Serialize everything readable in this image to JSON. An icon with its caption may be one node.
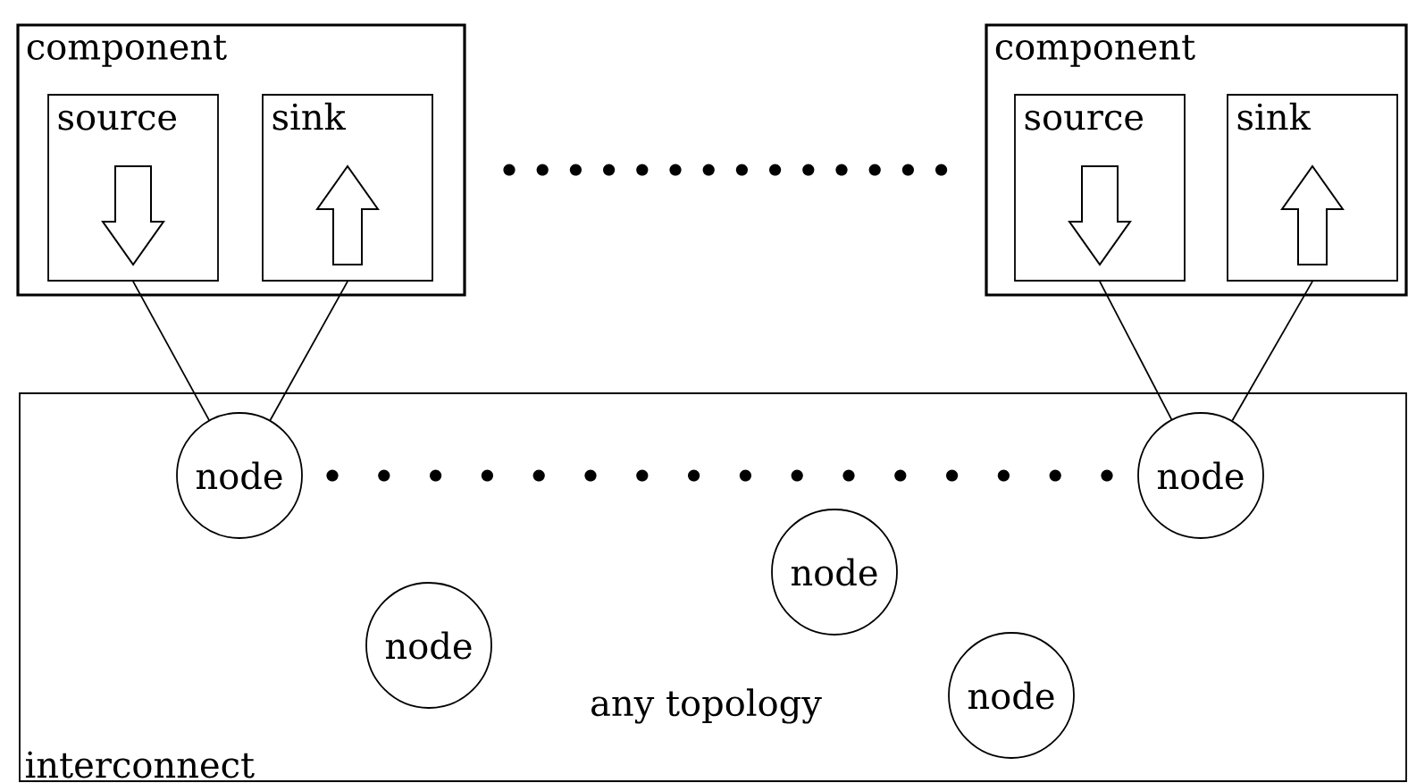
{
  "diagram": {
    "nodes": [
      {
        "text": [
          "component"
        ]
      },
      {
        "text": [
          "source"
        ],
        "in": 0
      },
      {
        "text": [
          "sink"
        ],
        "in": 0
      },
      {
        "text": [
          "component"
        ]
      },
      {
        "text": [
          "source"
        ],
        "in": 3
      },
      {
        "text": [
          "sink"
        ],
        "in": 3
      },
      {
        "text": [
          "interconnect"
        ]
      },
      {
        "text": [
          "node"
        ],
        "in": 6
      },
      {
        "text": [
          "node"
        ],
        "in": 6
      },
      {
        "text": [
          "node"
        ],
        "in": 6
      },
      {
        "text": [
          "node"
        ],
        "in": 6
      },
      {
        "text": [
          "node"
        ],
        "in": 6
      }
    ],
    "edges": [
      {
        "from": 1,
        "to": 7,
        "arrow": "none"
      },
      {
        "from": 2,
        "to": 7,
        "arrow": "none"
      },
      {
        "from": 4,
        "to": 8,
        "arrow": "none"
      },
      {
        "from": 5,
        "to": 8,
        "arrow": "none"
      }
    ],
    "labels": [
      "any topology"
    ]
  }
}
